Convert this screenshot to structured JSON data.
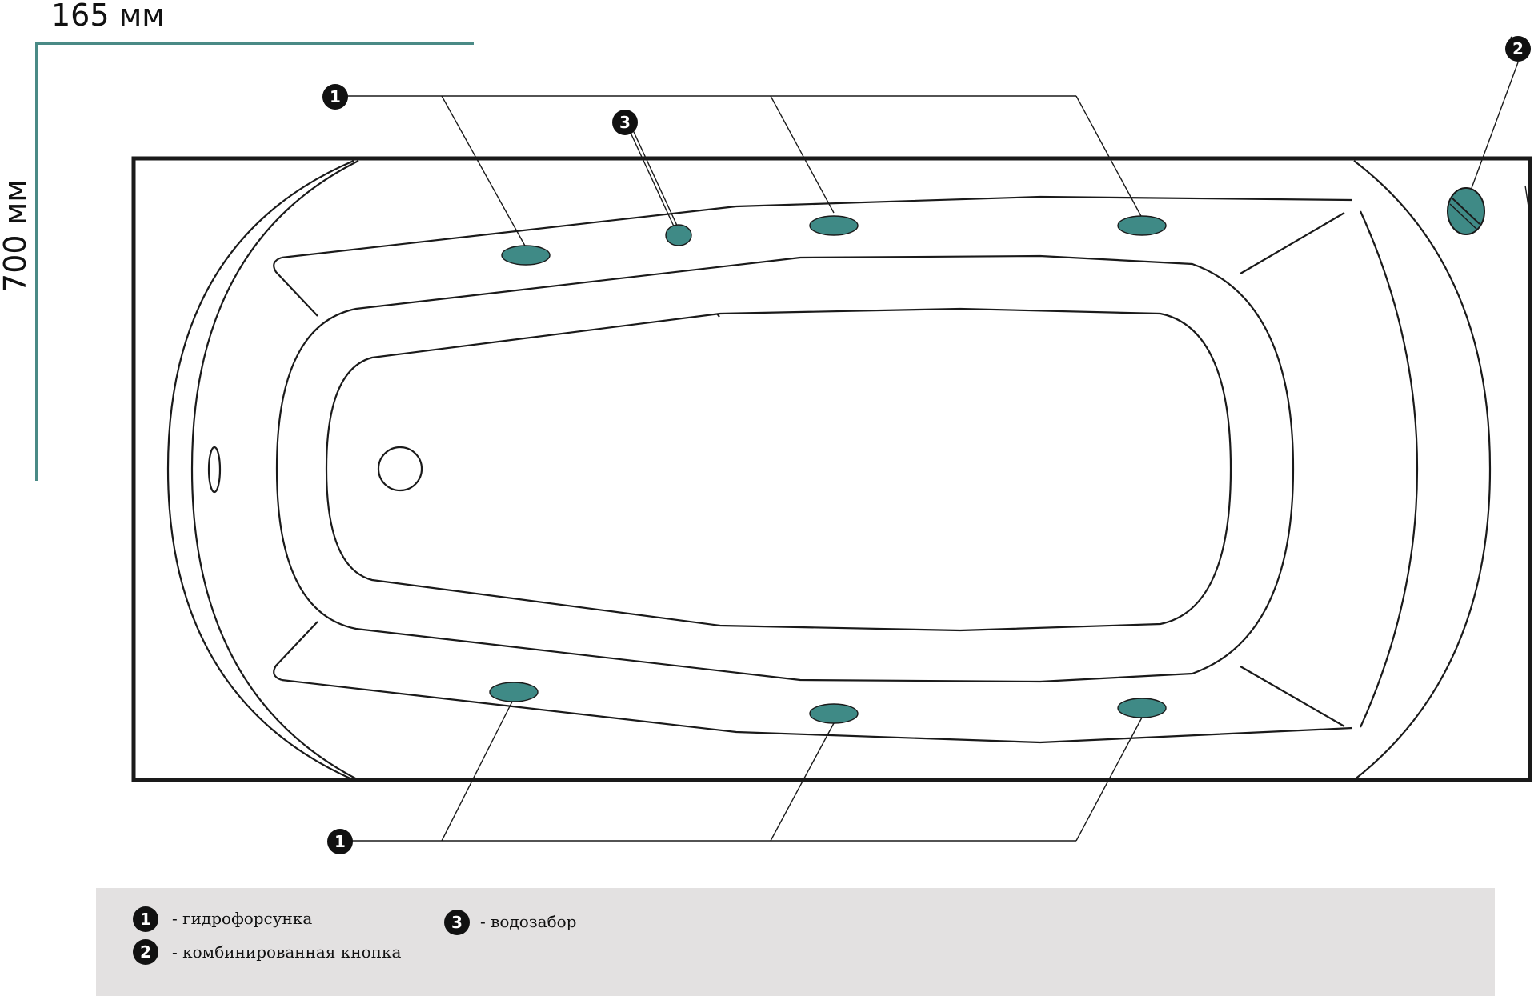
{
  "dimensions": {
    "width_label": "165 мм",
    "height_label": "700 мм"
  },
  "callouts": {
    "nozzle": "1",
    "button": "2",
    "intake": "3"
  },
  "legend": {
    "items": [
      {
        "number": "1",
        "text": "-   гидрофорсунка"
      },
      {
        "number": "2",
        "text": "-   комбинированная кнопка"
      },
      {
        "number": "3",
        "text": "- водозабор"
      }
    ]
  },
  "colors": {
    "accent": "#3f8a86",
    "dimension_line": "#4a8a86",
    "legend_bg": "#e3e1e1",
    "line": "#1a1a1a"
  }
}
